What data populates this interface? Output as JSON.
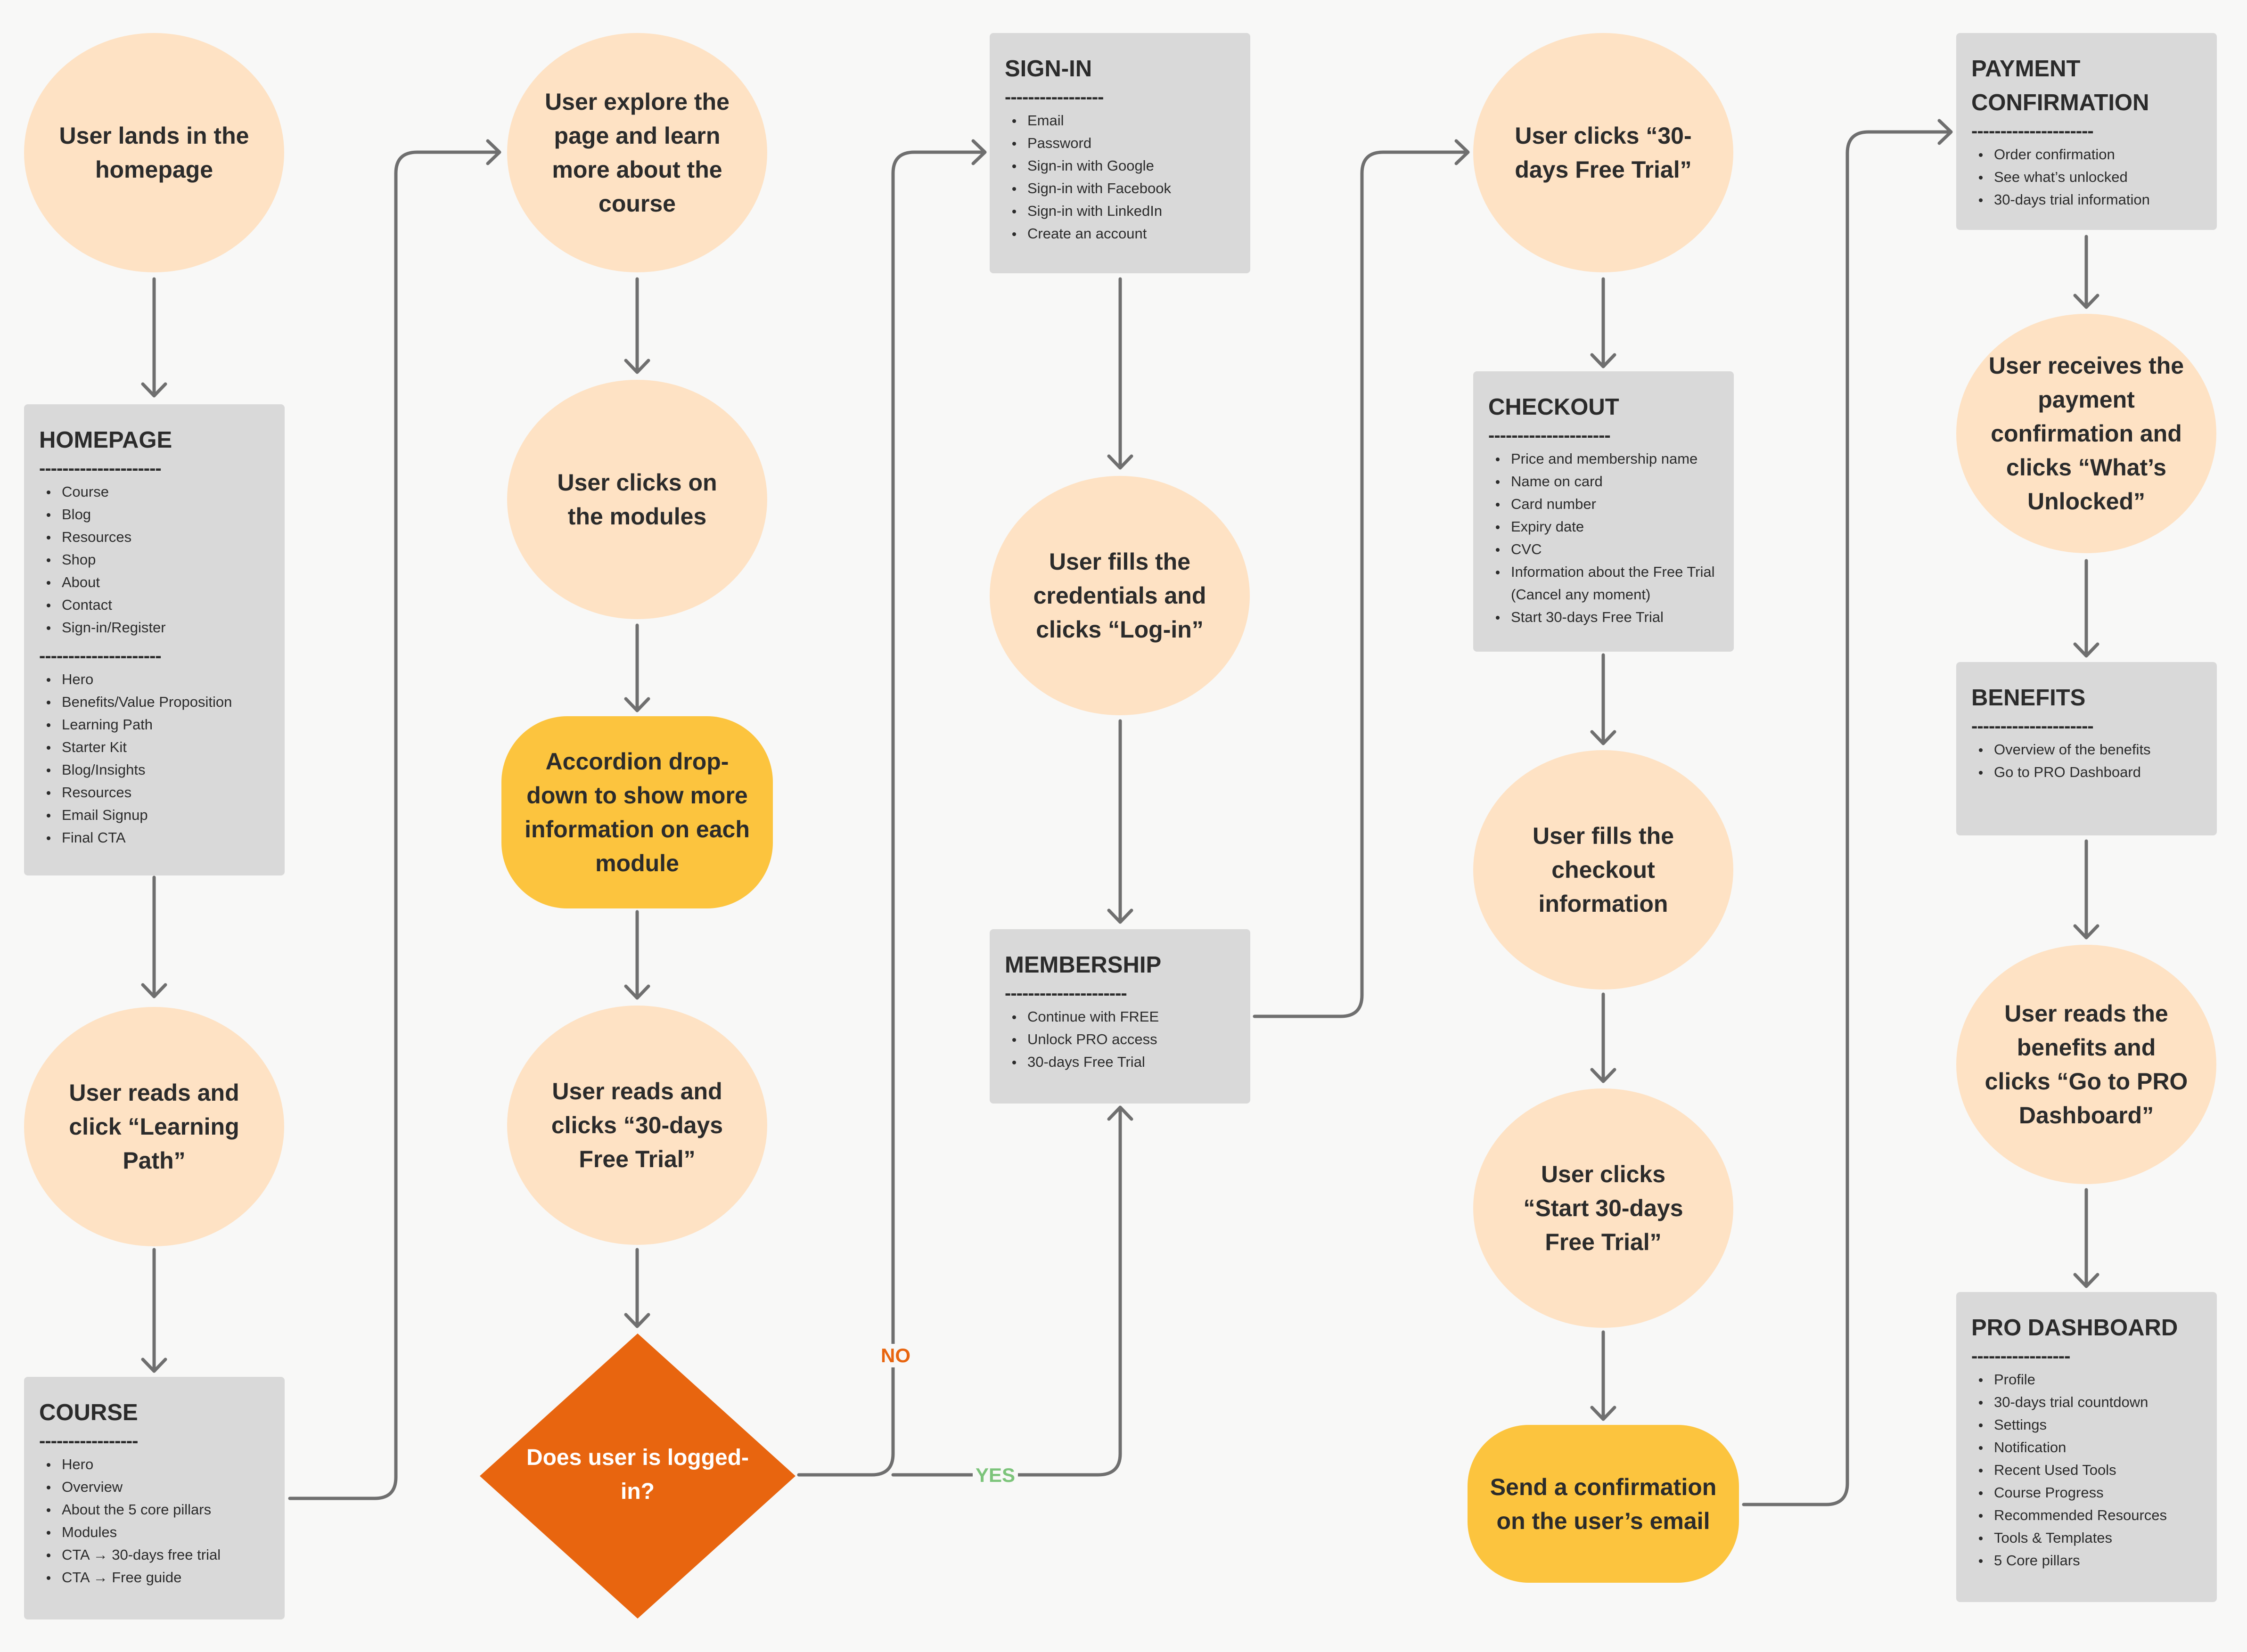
{
  "colors": {
    "background": "#f8f8f7",
    "circle_fill": "#fee2c4",
    "action_fill": "#fcc43e",
    "section_fill": "#d9d9d9",
    "decision_fill": "#e8650f",
    "connector": "#6f6f6f",
    "no_label": "#e8650f",
    "yes_label": "#7cc47a"
  },
  "steps": {
    "lands_homepage": "User lands in the homepage",
    "reads_learning_path": "User reads and click “Learning Path”",
    "explores_page": "User explore the page and learn more about the course",
    "clicks_modules": "User clicks on the modules",
    "accordion": "Accordion drop-down to show more information on each module",
    "reads_trial": "User reads and clicks “30-days Free Trial”",
    "fills_credentials": "User fills the credentials and clicks “Log-in”",
    "clicks_trial": "User clicks “30-days Free Trial”",
    "fills_checkout": "User fills the checkout information",
    "clicks_start_trial": "User clicks “Start 30-days Free Trial”",
    "send_confirmation": "Send a confirmation on the user’s email",
    "receives_payment": "User receives the payment confirmation and clicks “What’s Unlocked”",
    "reads_benefits": "User reads the benefits and clicks “Go to PRO Dashboard”"
  },
  "decision": {
    "question": "Does user is logged-in?",
    "no_label": "NO",
    "yes_label": "YES"
  },
  "sections": {
    "homepage": {
      "title": "HOMEPAGE",
      "divider1": "---------------------",
      "nav": [
        "Course",
        "Blog",
        "Resources",
        "Shop",
        "About",
        "Contact",
        "Sign-in/Register"
      ],
      "divider2": "---------------------",
      "content": [
        "Hero",
        "Benefits/Value Proposition",
        "Learning Path",
        "Starter Kit",
        "Blog/Insights",
        "Resources",
        "Email Signup",
        "Final CTA"
      ]
    },
    "course": {
      "title": "COURSE",
      "divider": "-----------------",
      "items": [
        "Hero",
        "Overview",
        "About the 5 core pillars",
        "Modules",
        "CTA → 30-days free trial",
        "CTA → Free guide"
      ]
    },
    "signin": {
      "title": "SIGN-IN",
      "divider": "-----------------",
      "items": [
        "Email",
        "Password",
        "Sign-in with Google",
        "Sign-in with Facebook",
        "Sign-in with LinkedIn",
        "Create an account"
      ]
    },
    "membership": {
      "title": "MEMBERSHIP",
      "divider": "---------------------",
      "items": [
        "Continue with FREE",
        "Unlock PRO access",
        "30-days Free Trial"
      ]
    },
    "checkout": {
      "title": "CHECKOUT",
      "divider": "---------------------",
      "items": [
        "Price and membership name",
        "Name on card",
        "Card number",
        "Expiry date",
        "CVC",
        "Information about the Free Trial (Cancel any moment)",
        "Start 30-days Free Trial"
      ]
    },
    "payment": {
      "title_line1": "PAYMENT",
      "title_line2": "CONFIRMATION",
      "divider": "---------------------",
      "items": [
        "Order confirmation",
        "See what’s unlocked",
        "30-days trial information"
      ]
    },
    "benefits": {
      "title": "BENEFITS",
      "divider": "---------------------",
      "items": [
        "Overview of the benefits",
        "Go to PRO Dashboard"
      ]
    },
    "pro_dashboard": {
      "title": "PRO DASHBOARD",
      "divider": "-----------------",
      "items": [
        "Profile",
        "30-days trial countdown",
        "Settings",
        "Notification",
        "Recent Used Tools",
        "Course Progress",
        "Recommended Resources",
        "Tools & Templates",
        "5 Core pillars"
      ]
    }
  }
}
